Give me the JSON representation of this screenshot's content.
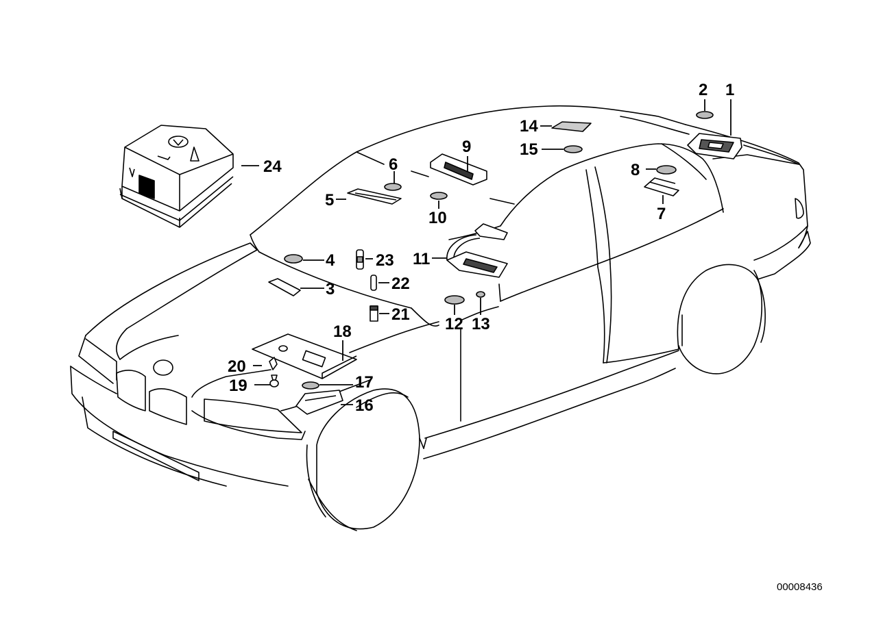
{
  "diagram": {
    "reference_number": "00008436",
    "callouts": [
      {
        "id": "1",
        "label": "1"
      },
      {
        "id": "2",
        "label": "2"
      },
      {
        "id": "3",
        "label": "3"
      },
      {
        "id": "4",
        "label": "4"
      },
      {
        "id": "5",
        "label": "5"
      },
      {
        "id": "6",
        "label": "6"
      },
      {
        "id": "7",
        "label": "7"
      },
      {
        "id": "8",
        "label": "8"
      },
      {
        "id": "9",
        "label": "9"
      },
      {
        "id": "10",
        "label": "10"
      },
      {
        "id": "11",
        "label": "11"
      },
      {
        "id": "12",
        "label": "12"
      },
      {
        "id": "13",
        "label": "13"
      },
      {
        "id": "14",
        "label": "14"
      },
      {
        "id": "15",
        "label": "15"
      },
      {
        "id": "16",
        "label": "16"
      },
      {
        "id": "17",
        "label": "17"
      },
      {
        "id": "18",
        "label": "18"
      },
      {
        "id": "19",
        "label": "19"
      },
      {
        "id": "20",
        "label": "20"
      },
      {
        "id": "21",
        "label": "21"
      },
      {
        "id": "22",
        "label": "22"
      },
      {
        "id": "23",
        "label": "23"
      },
      {
        "id": "24",
        "label": "24"
      }
    ]
  }
}
